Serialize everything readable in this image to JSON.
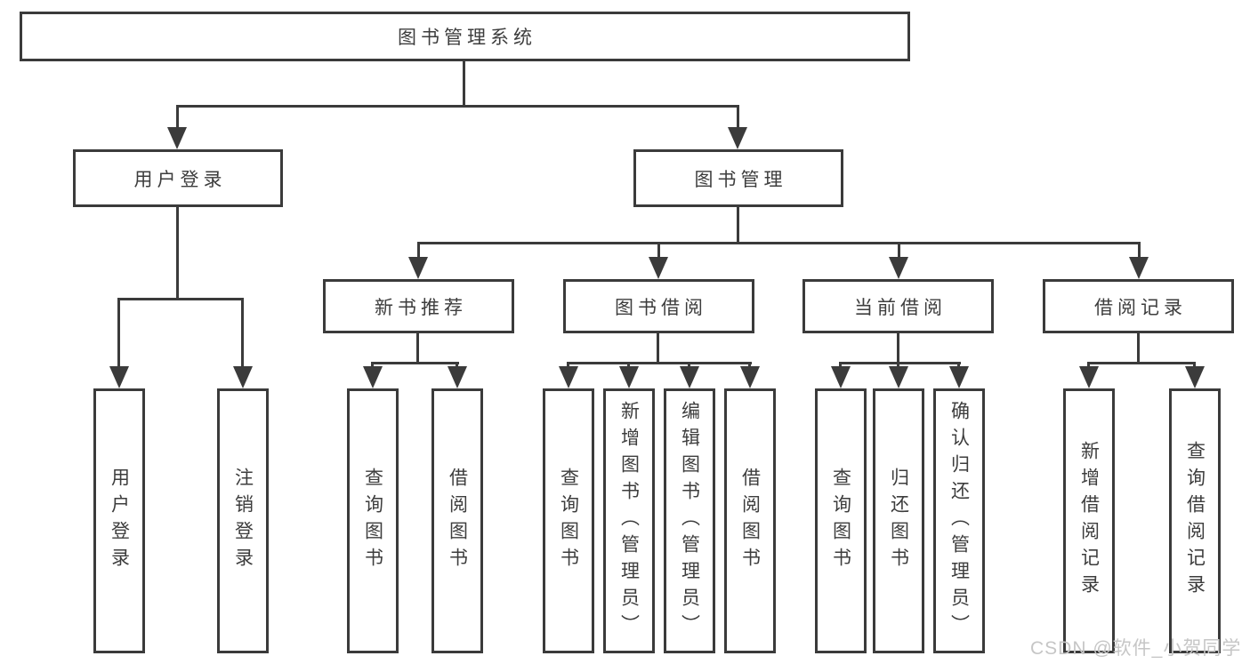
{
  "diagram": {
    "title": "图书管理系统",
    "level2": {
      "user_login": "用户登录",
      "book_management": "图书管理"
    },
    "level3": {
      "new_book_recommend": "新书推荐",
      "book_borrow": "图书借阅",
      "current_borrow": "当前借阅",
      "borrow_record": "借阅记录"
    },
    "leaves": {
      "user_login_group": [
        "用户登录",
        "注销登录"
      ],
      "new_book_group": [
        "查询图书",
        "借阅图书"
      ],
      "book_borrow_group": [
        "查询图书",
        "新增图书（管理员）",
        "编辑图书（管理员）",
        "借阅图书"
      ],
      "current_borrow_group": [
        "查询图书",
        "归还图书",
        "确认归还（管理员）"
      ],
      "borrow_record_group": [
        "新增借阅记录",
        "查询借阅记录"
      ]
    },
    "watermark": "CSDN @软件_小贺同学",
    "colors": {
      "line": "#3b3b3b",
      "text": "#3d3d3d",
      "watermark": "#c6c6c6",
      "background": "#ffffff"
    }
  }
}
